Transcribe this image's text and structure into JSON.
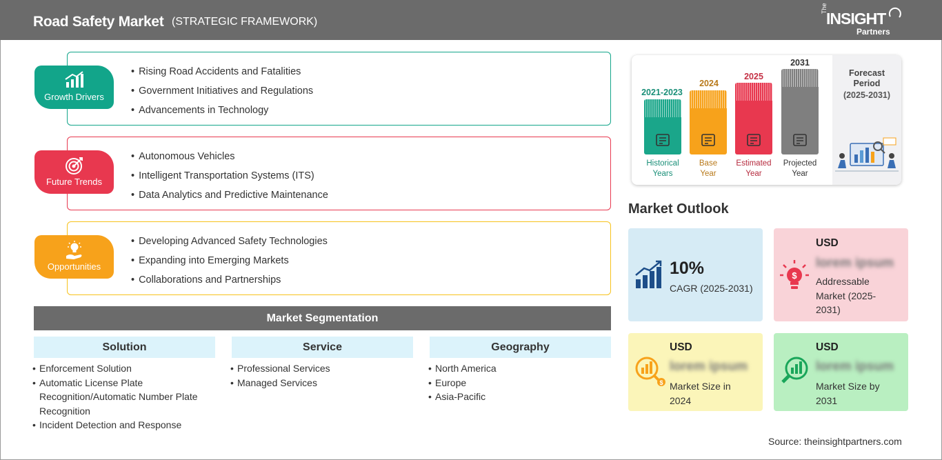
{
  "header": {
    "title": "Road Safety Market",
    "subtitle": "(STRATEGIC FRAMEWORK)",
    "logo": {
      "the": "The",
      "insight": "INSIGHT",
      "partners": "Partners"
    }
  },
  "framework": [
    {
      "label": "Growth Drivers",
      "icon": "growth-chart-icon",
      "color": "#12a58a",
      "items": [
        "Rising Road Accidents and Fatalities",
        "Government Initiatives and Regulations",
        "Advancements in Technology"
      ]
    },
    {
      "label": "Future Trends",
      "icon": "target-icon",
      "color": "#e8384f",
      "items": [
        "Autonomous Vehicles",
        "Intelligent Transportation Systems (ITS)",
        "Data Analytics and Predictive Maintenance"
      ]
    },
    {
      "label": "Opportunities",
      "icon": "lightbulb-hand-icon",
      "color": "#f7a21b",
      "items": [
        "Developing Advanced Safety Technologies",
        "Expanding into Emerging Markets",
        "Collaborations and Partnerships"
      ]
    }
  ],
  "segmentation": {
    "title": "Market Segmentation",
    "columns": [
      {
        "title": "Solution",
        "items": [
          "Enforcement Solution",
          "Automatic License Plate Recognition/Automatic Number Plate Recognition",
          "Incident Detection and Response"
        ]
      },
      {
        "title": "Service",
        "items": [
          "Professional Services",
          "Managed Services"
        ]
      },
      {
        "title": "Geography",
        "items": [
          "North America",
          "Europe",
          "Asia-Pacific"
        ]
      }
    ]
  },
  "timeline": {
    "bars": [
      {
        "year": "2021-2023",
        "label_line1": "Historical",
        "label_line2": "Years",
        "color": "#1aa68a",
        "icon": "history-clock-icon"
      },
      {
        "year": "2024",
        "label_line1": "Base",
        "label_line2": "Year",
        "color": "#f7a21b",
        "icon": "calendar-icon"
      },
      {
        "year": "2025",
        "label_line1": "Estimated",
        "label_line2": "Year",
        "color": "#e8384f",
        "icon": "gear-dollar-icon"
      },
      {
        "year": "2031",
        "label_line1": "Projected",
        "label_line2": "Year",
        "color": "#7f7f7f",
        "icon": "presentation-chart-icon"
      }
    ],
    "forecast": {
      "line1": "Forecast",
      "line2": "Period",
      "line3": "(2025-2031)"
    }
  },
  "outlook": {
    "title": "Market Outlook",
    "cagr": {
      "value": "10%",
      "label": "CAGR (2025-2031)",
      "bg": "#d6ebf5"
    },
    "addressable": {
      "currency": "USD",
      "value": "lorem ipsum",
      "label": "Addressable Market (2025-2031)",
      "bg": "#f9d3d8"
    },
    "size2024": {
      "currency": "USD",
      "value": "lorem ipsum",
      "label": "Market Size in 2024",
      "bg": "#fbf5b9"
    },
    "size2031": {
      "currency": "USD",
      "value": "lorem ipsum",
      "label": "Market Size by 2031",
      "bg": "#b9efc1"
    }
  },
  "source": "Source: theinsightpartners.com"
}
